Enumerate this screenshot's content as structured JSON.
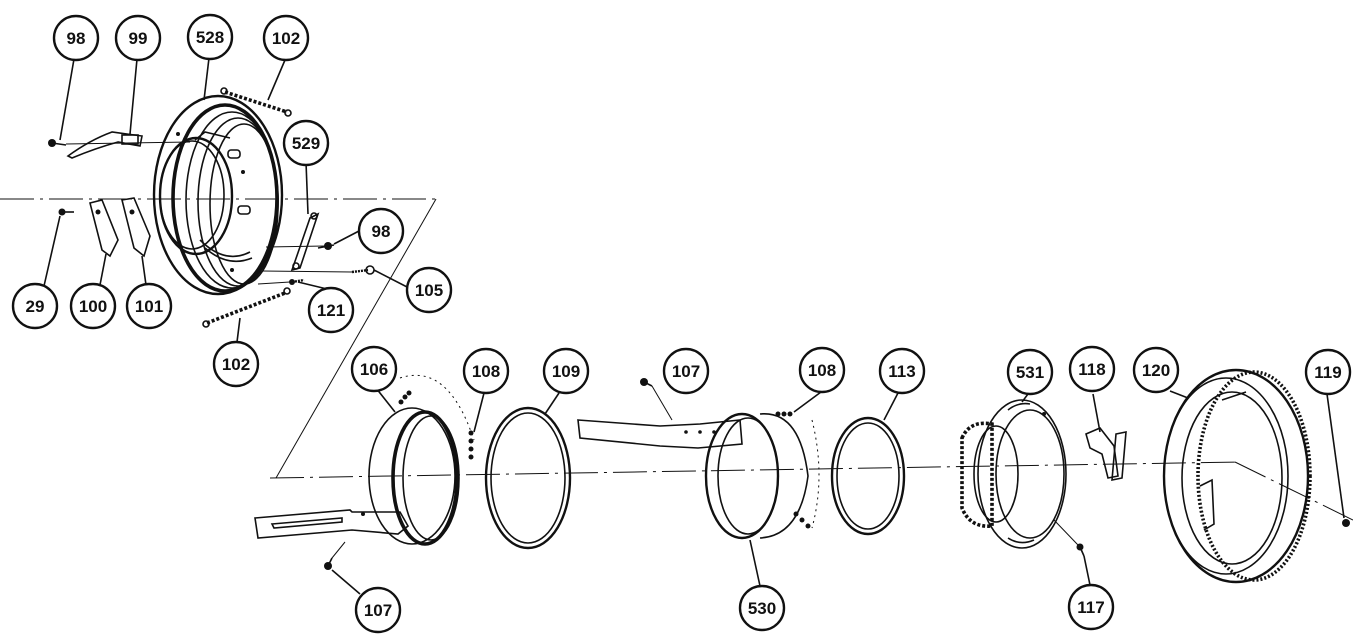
{
  "colors": {
    "ink": "#111111",
    "paper": "#ffffff"
  },
  "callouts": [
    {
      "id": "c1",
      "label": "98"
    },
    {
      "id": "c2",
      "label": "99"
    },
    {
      "id": "c3",
      "label": "528"
    },
    {
      "id": "c4",
      "label": "102"
    },
    {
      "id": "c5",
      "label": "529"
    },
    {
      "id": "c6",
      "label": "98"
    },
    {
      "id": "c7",
      "label": "29"
    },
    {
      "id": "c8",
      "label": "100"
    },
    {
      "id": "c9",
      "label": "101"
    },
    {
      "id": "c10",
      "label": "121"
    },
    {
      "id": "c11",
      "label": "105"
    },
    {
      "id": "c12",
      "label": "102"
    },
    {
      "id": "c13",
      "label": "106"
    },
    {
      "id": "c14",
      "label": "108"
    },
    {
      "id": "c15",
      "label": "109"
    },
    {
      "id": "c16",
      "label": "107"
    },
    {
      "id": "c17",
      "label": "108"
    },
    {
      "id": "c18",
      "label": "113"
    },
    {
      "id": "c19",
      "label": "531"
    },
    {
      "id": "c20",
      "label": "118"
    },
    {
      "id": "c21",
      "label": "120"
    },
    {
      "id": "c22",
      "label": "119"
    },
    {
      "id": "c23",
      "label": "107"
    },
    {
      "id": "c24",
      "label": "530"
    },
    {
      "id": "c25",
      "label": "117"
    }
  ]
}
